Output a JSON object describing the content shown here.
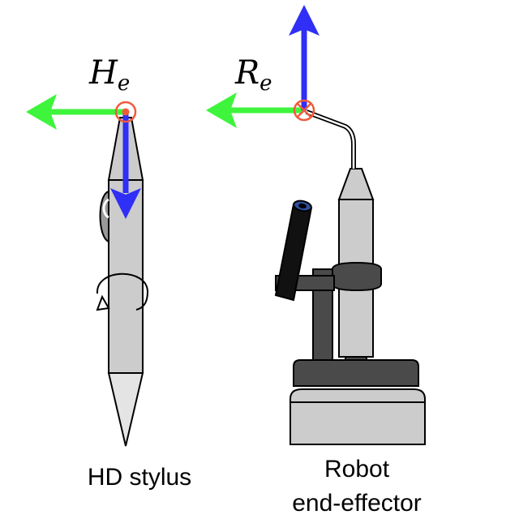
{
  "frames": {
    "stylus": {
      "letter": "H",
      "subscript": "e"
    },
    "robot": {
      "letter": "R",
      "subscript": "e"
    }
  },
  "captions": {
    "stylus": "HD stylus",
    "robot_line1": "Robot",
    "robot_line2": "end-effector"
  },
  "colors": {
    "x_axis": "#3ef43c",
    "z_axis": "#2f2ff5",
    "origin": "#f05a3c",
    "body_light": "#cccccc",
    "body_mid": "#999999",
    "body_dark": "#4a4a4a",
    "outline": "#000000"
  },
  "icons": {
    "stylus_origin": "dot-in-circle",
    "robot_origin": "cross-in-circle",
    "stylus_rotation": "rotation-arrow"
  }
}
